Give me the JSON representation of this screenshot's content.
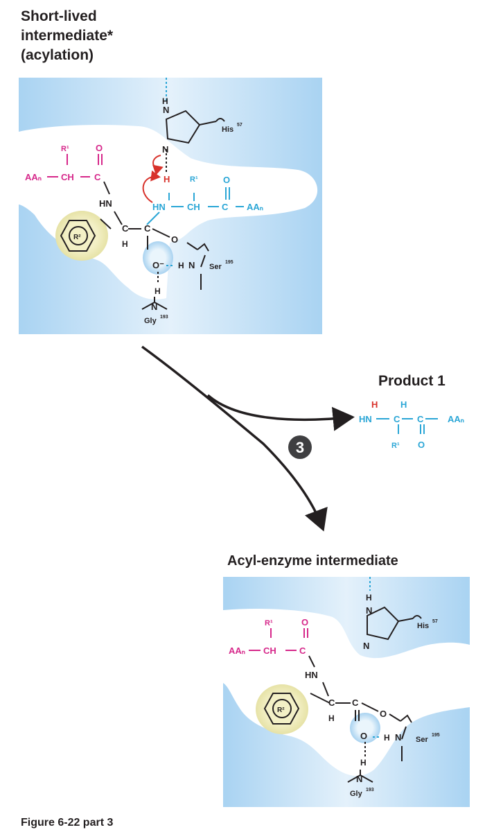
{
  "top_panel": {
    "title_lines": [
      "Short-lived",
      "intermediate*",
      "(acylation)"
    ],
    "labels": {
      "his": "His",
      "his_sup": "57",
      "ser": "Ser",
      "ser_sup": "195",
      "gly": "Gly",
      "gly_sup": "193",
      "r1": "R¹",
      "r1_cyan": "R¹",
      "r2": "R²",
      "o_mg": "O",
      "o_cyan": "O",
      "aa_mg": "AAₙ",
      "aa_cyan": "AAₙ",
      "hn_blk": "HN",
      "hn_cyan": "HN",
      "ch_mg": "CH",
      "ch_cyan": "CH",
      "c_mg": "C",
      "c_cyan": "C",
      "c1": "C",
      "c2": "C",
      "h": "H",
      "h2": "H",
      "h3": "H",
      "h4": "H",
      "h5": "H",
      "n1": "N",
      "n2": "N",
      "n3": "N",
      "n4": "N",
      "o1": "O",
      "o2": "O",
      "o_minus": "O⁻"
    }
  },
  "product": {
    "heading": "Product 1",
    "labels": {
      "hn": "HN",
      "h_red": "H",
      "h_cyan": "H",
      "c1": "C",
      "c2": "C",
      "aa": "AAₙ",
      "r1": "R¹",
      "o": "O"
    }
  },
  "step": {
    "number": "3"
  },
  "bottom_panel": {
    "heading": "Acyl-enzyme intermediate",
    "labels": {
      "his": "His",
      "his_sup": "57",
      "ser": "Ser",
      "ser_sup": "195",
      "gly": "Gly",
      "gly_sup": "193",
      "r1": "R¹",
      "r2": "R²",
      "o_mg": "O",
      "aa_mg": "AAₙ",
      "ch_mg": "CH",
      "c_mg": "C",
      "hn": "HN",
      "c1": "C",
      "c2": "C",
      "h": "H",
      "h2": "H",
      "h3": "H",
      "h4": "H",
      "n1": "N",
      "n2": "N",
      "n3": "N",
      "n4": "N",
      "o1": "O",
      "o2": "O"
    }
  },
  "caption": "Figure 6-22 part 3",
  "colors": {
    "enzyme_blue": "#bcdcf4",
    "enzyme_blue_dark": "#9ccbee",
    "magenta": "#d6278a",
    "cyan": "#2aa6d6",
    "red": "#d8322b",
    "pocket_yellow": "#f1eec2",
    "black": "#231f20"
  }
}
